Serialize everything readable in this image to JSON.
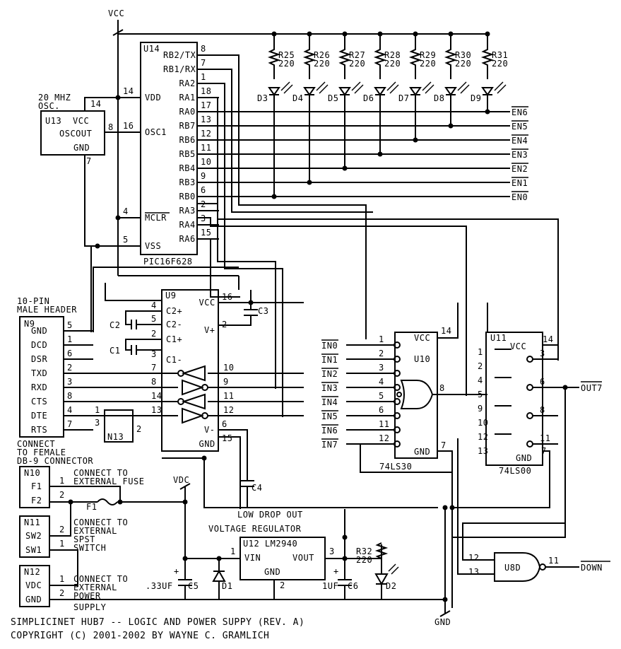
{
  "power": {
    "vcc": "VCC",
    "gnd": "GND",
    "vdc": "VDC"
  },
  "u14": {
    "ref": "U14",
    "part": "PIC16F628",
    "left_pins": [
      {
        "num": "14",
        "name": "VDD"
      },
      {
        "num": "16",
        "name": "OSC1"
      },
      {
        "num": "4",
        "name": "MCLR"
      },
      {
        "num": "5",
        "name": "VSS"
      }
    ],
    "right_pins": [
      {
        "num": "8",
        "name": "RB2/TX"
      },
      {
        "num": "7",
        "name": "RB1/RX"
      },
      {
        "num": "1",
        "name": "RA2"
      },
      {
        "num": "18",
        "name": "RA1"
      },
      {
        "num": "17",
        "name": "RA0"
      },
      {
        "num": "13",
        "name": "RB7"
      },
      {
        "num": "12",
        "name": "RB6"
      },
      {
        "num": "11",
        "name": "RB5"
      },
      {
        "num": "10",
        "name": "RB4"
      },
      {
        "num": "9",
        "name": "RB3"
      },
      {
        "num": "6",
        "name": "RB0"
      },
      {
        "num": "2",
        "name": "RA3"
      },
      {
        "num": "3",
        "name": "RA4"
      },
      {
        "num": "15",
        "name": "RA6"
      }
    ]
  },
  "u13": {
    "title": "20 MHZ",
    "title2": "OSC.",
    "ref": "U13",
    "vcc": "VCC",
    "out": "OSCOUT",
    "gnd": "GND",
    "pin_vcc": "14",
    "pin_out": "8",
    "pin_gnd": "7"
  },
  "led_array": {
    "resistors": [
      {
        "ref": "R25",
        "val": "220"
      },
      {
        "ref": "R26",
        "val": "220"
      },
      {
        "ref": "R27",
        "val": "220"
      },
      {
        "ref": "R28",
        "val": "220"
      },
      {
        "ref": "R29",
        "val": "220"
      },
      {
        "ref": "R30",
        "val": "220"
      },
      {
        "ref": "R31",
        "val": "220"
      }
    ],
    "leds": [
      "D3",
      "D4",
      "D5",
      "D6",
      "D7",
      "D8",
      "D9"
    ],
    "enables": [
      "EN6",
      "EN5",
      "EN4",
      "EN3",
      "EN2",
      "EN1",
      "EN0"
    ]
  },
  "u9": {
    "ref": "U9",
    "left_pins": [
      {
        "num": "4",
        "name": "C2+"
      },
      {
        "num": "5",
        "name": "C2-"
      },
      {
        "num": "2",
        "name": "C1+"
      },
      {
        "num": "3",
        "name": "C1-"
      }
    ],
    "right_pins": [
      {
        "num": "16",
        "name": "VCC"
      },
      {
        "num": "2",
        "name": "V+"
      },
      {
        "num": "6",
        "name": "V-"
      },
      {
        "num": "15",
        "name": "GND"
      }
    ],
    "buf_left": [
      "7",
      "8",
      "14",
      "13"
    ],
    "buf_right": [
      "10",
      "9",
      "11",
      "12"
    ],
    "caps": {
      "c2": "C2",
      "c1": "C1",
      "c3": "C3",
      "c4": "C4"
    }
  },
  "n9": {
    "title": "10-PIN",
    "title2": "MALE HEADER",
    "ref": "N9",
    "pins": [
      {
        "num": "5",
        "name": "GND"
      },
      {
        "num": "1",
        "name": "DCD"
      },
      {
        "num": "6",
        "name": "DSR"
      },
      {
        "num": "2",
        "name": "TXD"
      },
      {
        "num": "3",
        "name": "RXD"
      },
      {
        "num": "8",
        "name": "CTS"
      },
      {
        "num": "4",
        "name": "DTE"
      },
      {
        "num": "7",
        "name": "RTS"
      }
    ],
    "note1": "CONNECT",
    "note2": "TO FEMALE",
    "note3": "DB-9 CONNECTOR"
  },
  "n13": {
    "ref": "N13",
    "p1": "1",
    "p2": "2",
    "p3": "3"
  },
  "u10": {
    "ref": "U10",
    "part": "74LS30",
    "vcc": "VCC",
    "gnd": "GND",
    "pin_vcc": "14",
    "pin_gnd": "7",
    "pin_out": "8",
    "inputs": [
      {
        "name": "IN0",
        "num": "1"
      },
      {
        "name": "IN1",
        "num": "2"
      },
      {
        "name": "IN2",
        "num": "3"
      },
      {
        "name": "IN3",
        "num": "4"
      },
      {
        "name": "IN4",
        "num": "5"
      },
      {
        "name": "IN5",
        "num": "6"
      },
      {
        "name": "IN6",
        "num": "11"
      },
      {
        "name": "IN7",
        "num": "12"
      }
    ]
  },
  "u11": {
    "ref": "U11",
    "part": "74LS00",
    "vcc": "VCC",
    "gnd": "GND",
    "pin_vcc": "14",
    "pin_gnd": "7",
    "gates": [
      {
        "a": "1",
        "b": "2",
        "y": "3"
      },
      {
        "a": "4",
        "b": "5",
        "y": "6"
      },
      {
        "a": "9",
        "b": "10",
        "y": "8"
      },
      {
        "a": "12",
        "b": "13",
        "y": "11"
      }
    ],
    "out_label": "OUT7"
  },
  "u8d": {
    "ref": "U8D",
    "a": "12",
    "b": "13",
    "y": "11",
    "out_label": "DOWN"
  },
  "n10": {
    "ref": "N10",
    "p1": "F1",
    "p2": "F2",
    "n1": "1",
    "n2": "2",
    "note1": "CONNECT TO",
    "note2": "EXTERNAL FUSE",
    "fuse": "F1"
  },
  "n11": {
    "ref": "N11",
    "p1": "SW2",
    "p2": "SW1",
    "n1": "2",
    "n2": "1",
    "note1": "CONNECT TO",
    "note2": "EXTERNAL",
    "note3": "SPST",
    "note4": "SWITCH"
  },
  "n12": {
    "ref": "N12",
    "p1": "VDC",
    "p2": "GND",
    "n1": "1",
    "n2": "2",
    "note1": "CONNECT TO",
    "note2": "EXTERNAL",
    "note3": "POWER",
    "note4": "SUPPLY"
  },
  "u12": {
    "ref": "U12 LM2940",
    "vin": "VIN",
    "vout": "VOUT",
    "gnd": "GND",
    "pin_in": "1",
    "pin_out": "3",
    "pin_gnd": "2",
    "note1": "LOW DROP OUT",
    "note2": "VOLTAGE REGULATOR"
  },
  "reg_parts": {
    "c5": "C5",
    "c5v": ".33UF",
    "d1": "D1",
    "c6": "C6",
    "c6v": "1UF",
    "r32": "R32",
    "r32v": "220",
    "d2": "D2"
  },
  "footer": {
    "title": "SIMPLICINET HUB7 -- LOGIC AND POWER SUPPY (REV. A)",
    "copyright": "COPYRIGHT (C) 2001-2002 BY WAYNE C. GRAMLICH"
  }
}
